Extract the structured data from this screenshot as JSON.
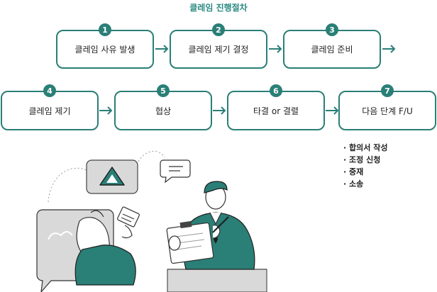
{
  "title": "클레임 진행절차",
  "steps": [
    {
      "num": "1",
      "label": "클레임 사유 발생"
    },
    {
      "num": "2",
      "label": "클레임 제기 결정"
    },
    {
      "num": "3",
      "label": "클레임 준비"
    },
    {
      "num": "4",
      "label": "클레임 제기"
    },
    {
      "num": "5",
      "label": "협상"
    },
    {
      "num": "6",
      "label": "타결 or 결렬"
    },
    {
      "num": "7",
      "label": "다음 단계 F/U"
    }
  ],
  "followups": [
    "합의서 작성",
    "조정 신청",
    "중재",
    "소송"
  ],
  "icons": [
    "arrow-right-icon",
    "warning-triangle-icon",
    "chat-bubble-icon",
    "document-icon"
  ],
  "colors": {
    "accent": "#2a7f77",
    "title": "#2a8a82",
    "panel": "#d9d9d9"
  }
}
